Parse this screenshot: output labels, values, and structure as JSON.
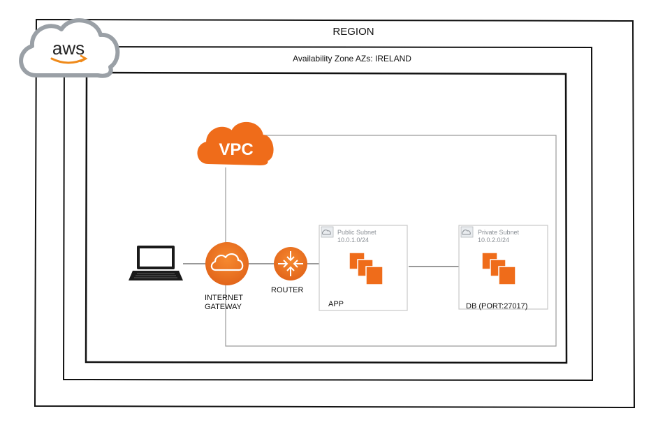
{
  "region": {
    "label": "REGION"
  },
  "availability_zone": {
    "label": "Availability Zone AZs: IRELAND"
  },
  "logo": {
    "text": "aws",
    "icon": "aws-cloud-logo"
  },
  "vpc": {
    "text": "VPC",
    "color": "#ef6c1a"
  },
  "nodes": {
    "laptop": {
      "icon": "laptop-icon"
    },
    "internet_gateway": {
      "label": "INTERNET\nGATEWAY",
      "icon": "internet-gateway-icon"
    },
    "router": {
      "label": "ROUTER",
      "icon": "router-icon"
    },
    "public_subnet": {
      "title": "Public Subnet\n10.0.1.0/24",
      "label": "APP"
    },
    "private_subnet": {
      "title": "Private Subnet\n10.0.2.0/24",
      "label": "DB (PORT:27017)"
    }
  },
  "colors": {
    "aws_orange": "#ef6c1a",
    "subnet_border": "#c8c8c8",
    "logo_cloud": "#9aa0a6"
  }
}
